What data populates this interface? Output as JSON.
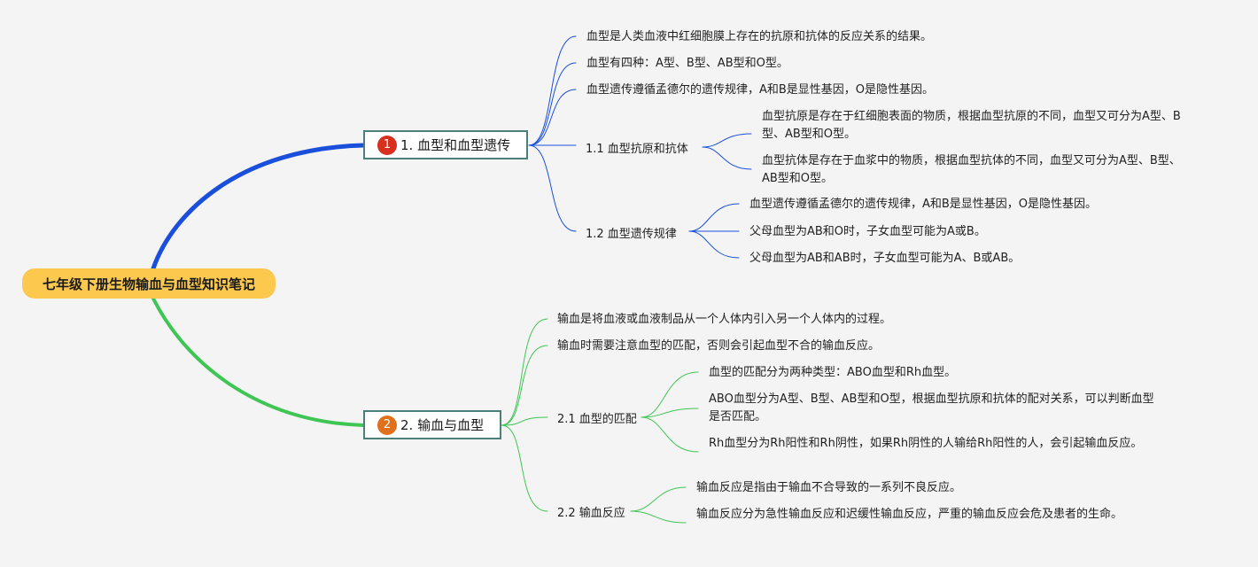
{
  "root": {
    "label": "七年级下册生物输血与血型知识笔记",
    "color": "#fcc94e"
  },
  "branches": [
    {
      "number": "1",
      "label": "1. 血型和血型遗传",
      "color": "#1a4fdc",
      "badge_color": "#d8301f",
      "leaves": [
        "血型是人类血液中红细胞膜上存在的抗原和抗体的反应关系的结果。",
        "血型有四种：A型、B型、AB型和O型。",
        "血型遗传遵循孟德尔的遗传规律，A和B是显性基因，O是隐性基因。"
      ],
      "subtopics": [
        {
          "label": "1.1 血型抗原和抗体",
          "leaves": [
            "血型抗原是存在于红细胞表面的物质，根据血型抗原的不同，血型又可分为A型、B型、AB型和O型。",
            "血型抗体是存在于血浆中的物质，根据血型抗体的不同，血型又可分为A型、B型、AB型和O型。"
          ]
        },
        {
          "label": "1.2 血型遗传规律",
          "leaves": [
            "血型遗传遵循孟德尔的遗传规律，A和B是显性基因，O是隐性基因。",
            "父母血型为AB和O时，子女血型可能为A或B。",
            "父母血型为AB和AB时，子女血型可能为A、B或AB。"
          ]
        }
      ]
    },
    {
      "number": "2",
      "label": "2. 输血与血型",
      "color": "#3ec553",
      "badge_color": "#e0701c",
      "leaves": [
        "输血是将血液或血液制品从一个人体内引入另一个人体内的过程。",
        "输血时需要注意血型的匹配，否则会引起血型不合的输血反应。"
      ],
      "subtopics": [
        {
          "label": "2.1 血型的匹配",
          "leaves": [
            "血型的匹配分为两种类型：ABO血型和Rh血型。",
            "ABO血型分为A型、B型、AB型和O型，根据血型抗原和抗体的配对关系，可以判断血型是否匹配。",
            "Rh血型分为Rh阳性和Rh阴性，如果Rh阴性的人输给Rh阳性的人，会引起输血反应。"
          ]
        },
        {
          "label": "2.2 输血反应",
          "leaves": [
            "输血反应是指由于输血不合导致的一系列不良反应。",
            "输血反应分为急性输血反应和迟缓性输血反应，严重的输血反应会危及患者的生命。"
          ]
        }
      ]
    }
  ]
}
